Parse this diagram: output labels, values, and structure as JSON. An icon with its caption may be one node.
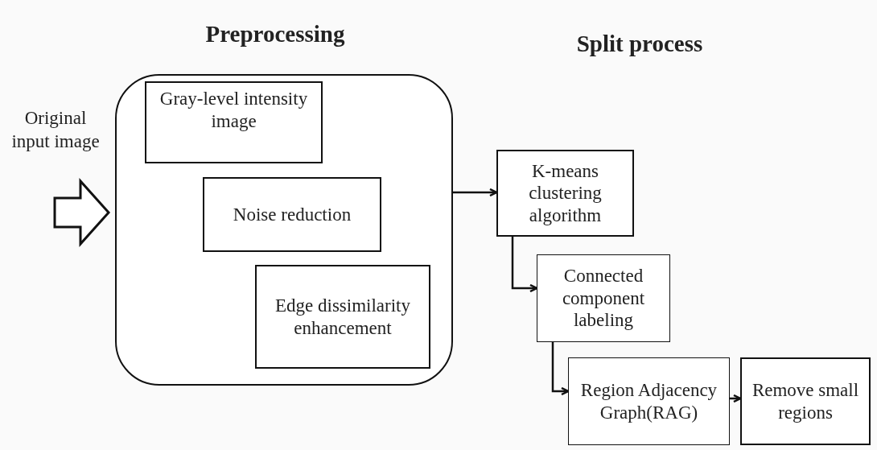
{
  "diagram": {
    "nodes": [
      {
        "text": [
          "Original input image"
        ]
      },
      {
        "text": [
          "Preprocessing"
        ]
      },
      {
        "text": [
          "Gray-level intensity image"
        ],
        "in": 1
      },
      {
        "text": [
          "Noise reduction"
        ],
        "in": 1
      },
      {
        "text": [
          "Edge dissimilarity enhancement"
        ],
        "in": 1
      },
      {
        "text": [
          "K-means clustering algorithm"
        ]
      },
      {
        "text": [
          "Connected component labeling"
        ]
      },
      {
        "text": [
          "Region Adjacency Graph(RAG)"
        ]
      },
      {
        "text": [
          "Remove small regions"
        ]
      }
    ],
    "edges": [
      {
        "from": null,
        "to": 1,
        "arrow": "to",
        "style": "thick"
      },
      {
        "from": 1,
        "to": 5,
        "arrow": "to"
      },
      {
        "from": 5,
        "to": 6,
        "arrow": "to"
      },
      {
        "from": 6,
        "to": 7,
        "arrow": "to"
      },
      {
        "from": 7,
        "to": 8,
        "arrow": "to"
      }
    ],
    "labels": [
      "Split process"
    ]
  }
}
